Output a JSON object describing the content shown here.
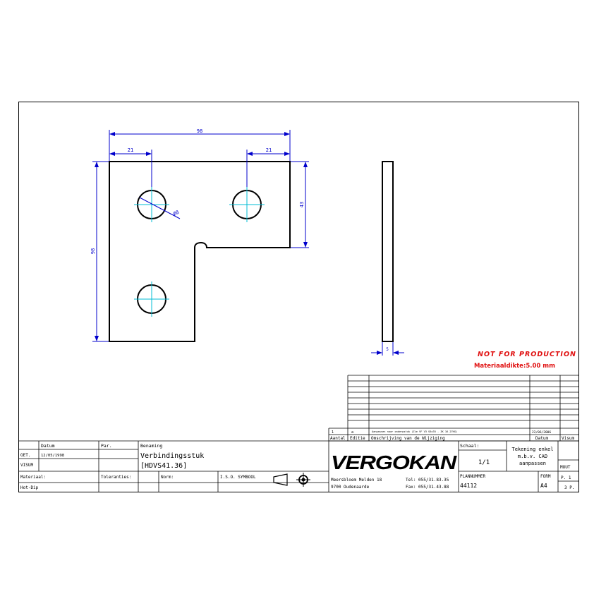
{
  "drawing": {
    "dimensions": {
      "overall_width": "98",
      "hole_offset_left": "21",
      "hole_offset_right": "21",
      "overall_height": "98",
      "right_height": "43",
      "hole_diameter": "Ø8",
      "thickness": "5"
    },
    "notes": {
      "not_for_production": "NOT FOR PRODUCTION",
      "material_thickness": "Materiaaldikte:5.00 mm"
    }
  },
  "revision": {
    "row": {
      "aantal": "1",
      "editie": "a",
      "description": "Aanpassen naar onderpstuk (Zie VF V3 S6x35 - ZK 16.27HG)",
      "datum": "22/06/2006",
      "visum": ""
    },
    "headers": {
      "aantal": "Aantal",
      "editie": "Editie",
      "omschrijving": "Omschrijving van de Wijziging",
      "datum": "Datum",
      "visum": "Visum"
    }
  },
  "titleblock": {
    "datum_label": "Datum",
    "par_label": "Par.",
    "benaming_label": "Benaming",
    "get_label": "GET.",
    "get_date": "12/05/1998",
    "visum_label": "VISUM",
    "benaming_line1": "Verbindingsstuk",
    "benaming_line2": "[HDVS41.36]",
    "materiaal_label": "Materiaal:",
    "toleranties_label": "Toleranties:",
    "norm_label": "Norm:",
    "iso_label": "I.S.O. SYMBOOL",
    "finish": "Hot-Dip",
    "company": "VERGOKAN",
    "address1": "Meersbloem Melden 18",
    "address2": "9700 Oudenaarde",
    "tel": "Tel: 055/31.83.35",
    "fax": "Fax: 055/31.43.88",
    "schaal_label": "Schaal:",
    "schaal": "1/1",
    "tekening_note1": "Tekening enkel",
    "tekening_note2": "m.b.v. CAD",
    "tekening_note3": "aanpassen",
    "plannummer_label": "PLANNUMMER",
    "plannummer": "44112",
    "formaat_label": "FORM",
    "formaat": "A4",
    "mout_label": "MOUT",
    "blad": "P. 1",
    "blad_totaal": "3 P."
  }
}
